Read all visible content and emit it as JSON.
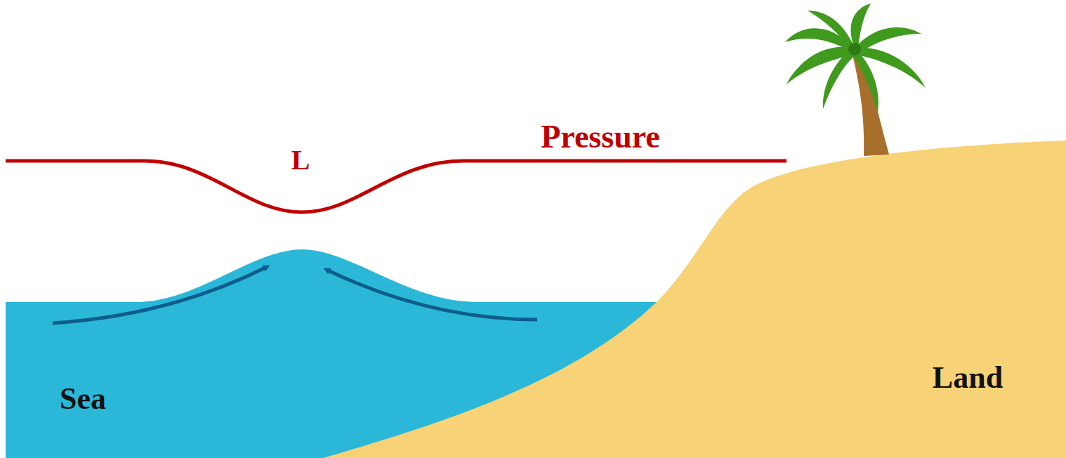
{
  "diagram": {
    "labels": [
      "L",
      "Pressure",
      "Sea",
      "Land"
    ]
  }
}
